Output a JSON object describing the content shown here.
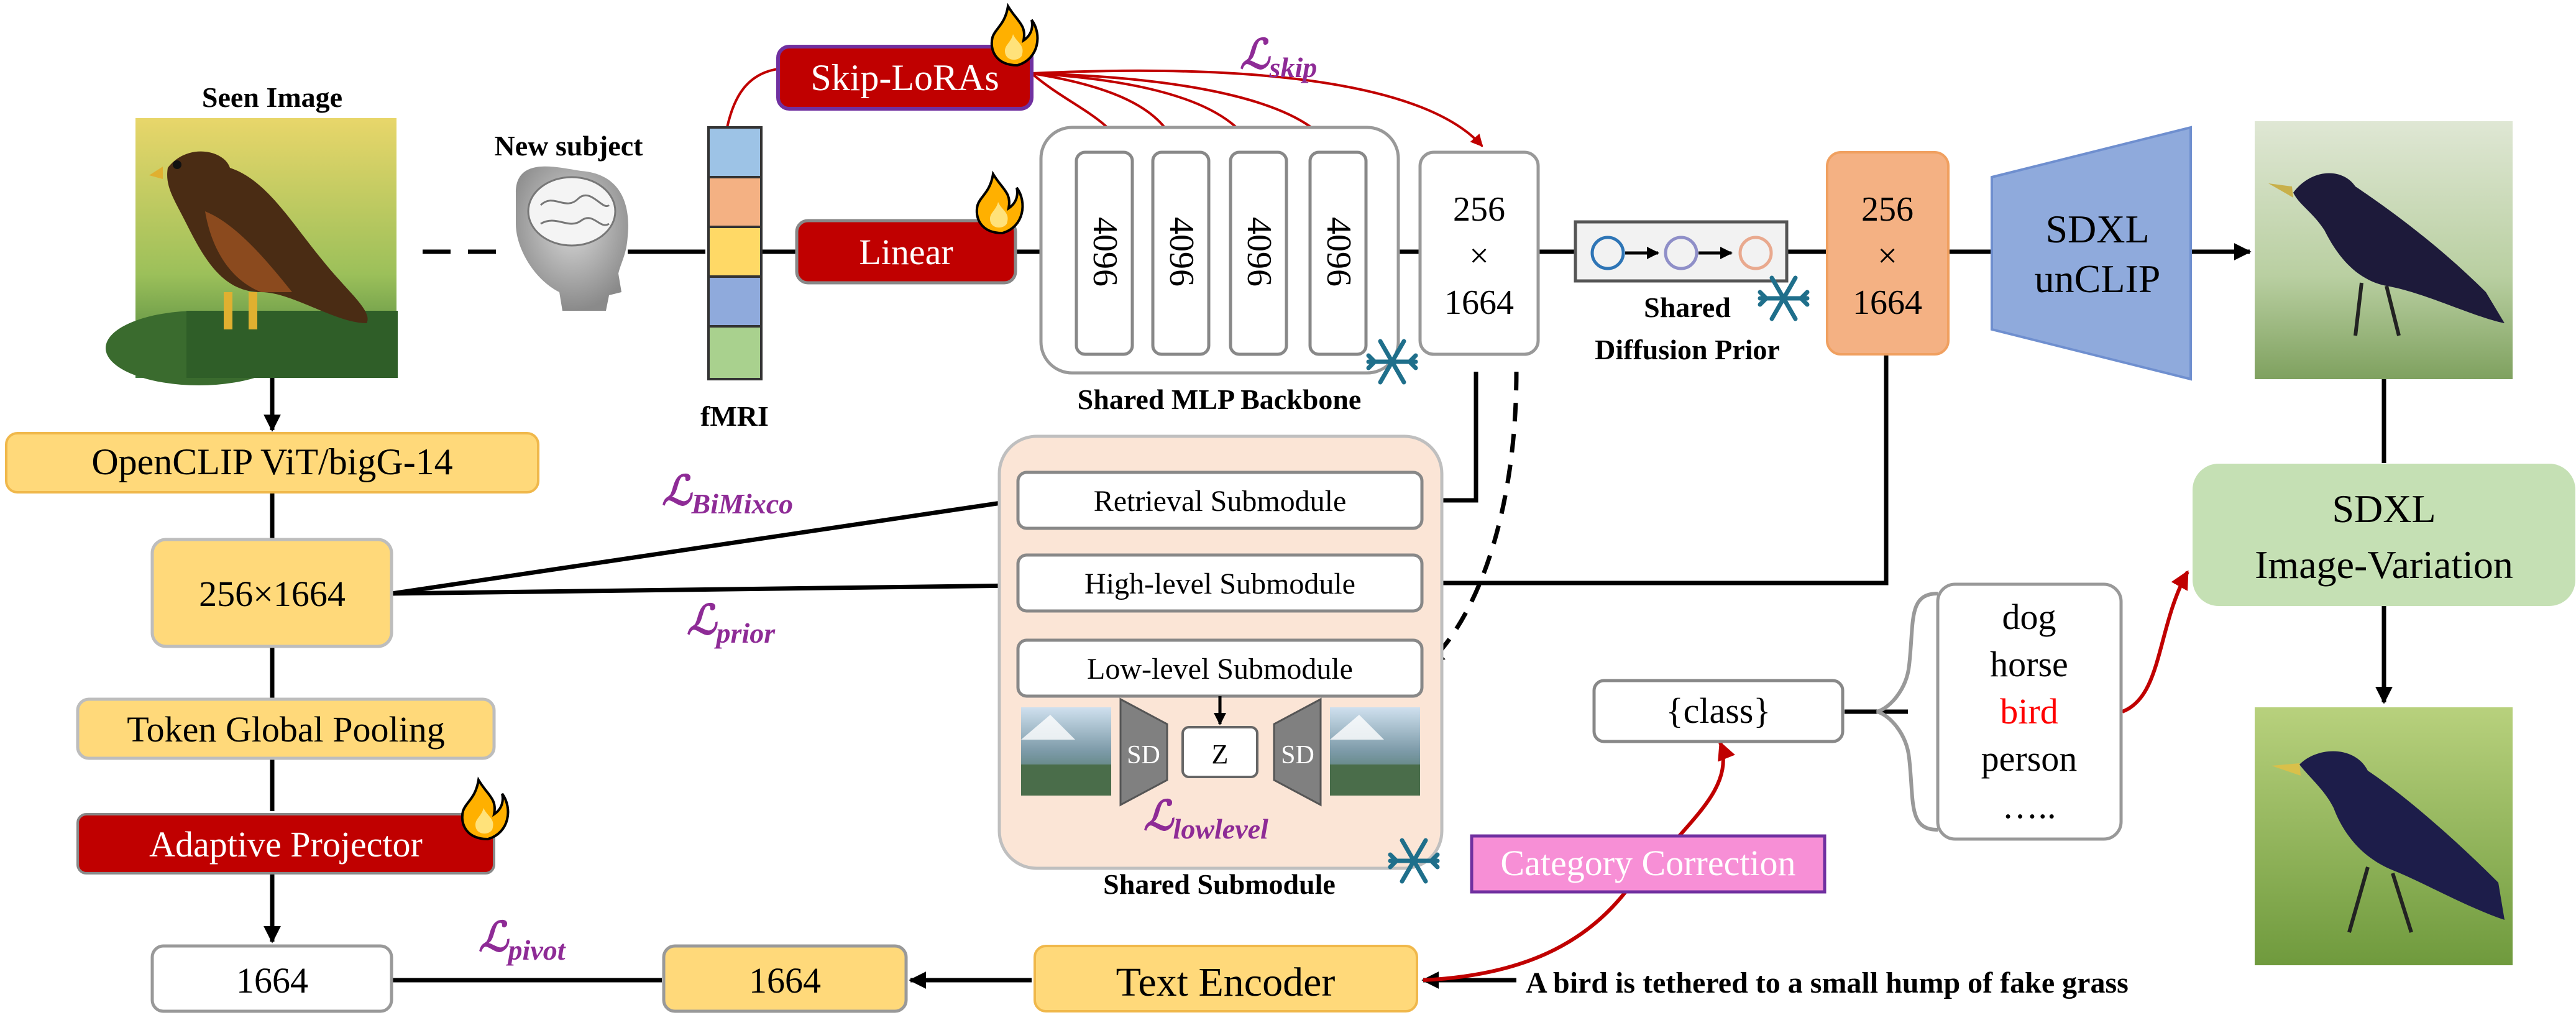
{
  "labels": {
    "seen_image": "Seen Image",
    "new_subject": "New subject",
    "fmri": "fMRI",
    "skip_loras": "Skip-LoRAs",
    "linear": "Linear",
    "mlp_dims": [
      "4096",
      "4096",
      "4096",
      "4096"
    ],
    "latent_top": "256",
    "latent_times": "×",
    "latent_bottom": "1664",
    "shared_mlp_backbone": "Shared MLP Backbone",
    "shared_diffusion_prior_line1": "Shared",
    "shared_diffusion_prior_line2": "Diffusion Prior",
    "orange_top": "256",
    "orange_times": "×",
    "orange_bottom": "1664",
    "sdxl_unclip_line1": "SDXL",
    "sdxl_unclip_line2": "unCLIP",
    "sdxl_variation_line1": "SDXL",
    "sdxl_variation_line2": "Image-Variation",
    "openclip": "OpenCLIP ViT/bigG-14",
    "feature_box": "256×1664",
    "token_pooling": "Token Global Pooling",
    "adaptive_projector": "Adaptive Projector",
    "pivot_box_left": "1664",
    "pivot_box_mid": "1664",
    "text_encoder": "Text Encoder",
    "caption": "A bird is tethered to a small hump of fake grass",
    "retrieval": "Retrieval Submodule",
    "high_level": "High-level Submodule",
    "low_level": "Low-level Submodule",
    "sd": "SD",
    "z": "Z",
    "shared_submodule": "Shared Submodule",
    "class_box": "{class}",
    "classes": [
      "dog",
      "horse",
      "bird",
      "person",
      "….."
    ],
    "category_correction": "Category Correction"
  },
  "losses": {
    "skip": {
      "symbol": "ℒ",
      "sub": "skip"
    },
    "bimixco": {
      "symbol": "ℒ",
      "sub": "BiMixco"
    },
    "prior": {
      "symbol": "ℒ",
      "sub": "prior"
    },
    "lowlevel": {
      "symbol": "ℒ",
      "sub": "lowlevel"
    },
    "pivot": {
      "symbol": "ℒ",
      "sub": "pivot"
    }
  },
  "colors": {
    "red_box": "#c00000",
    "orange_box": "#ffd97a",
    "orange_latent": "#f4b183",
    "green_box": "#c5e0b4",
    "blue_trap": "#8fa9dc",
    "pink_box": "#f78fd6",
    "loss_purple": "#8e2b96",
    "highlight_red": "#ff0000"
  },
  "icons": [
    "brain-head-icon",
    "fire-icon",
    "snowflake-icon"
  ]
}
